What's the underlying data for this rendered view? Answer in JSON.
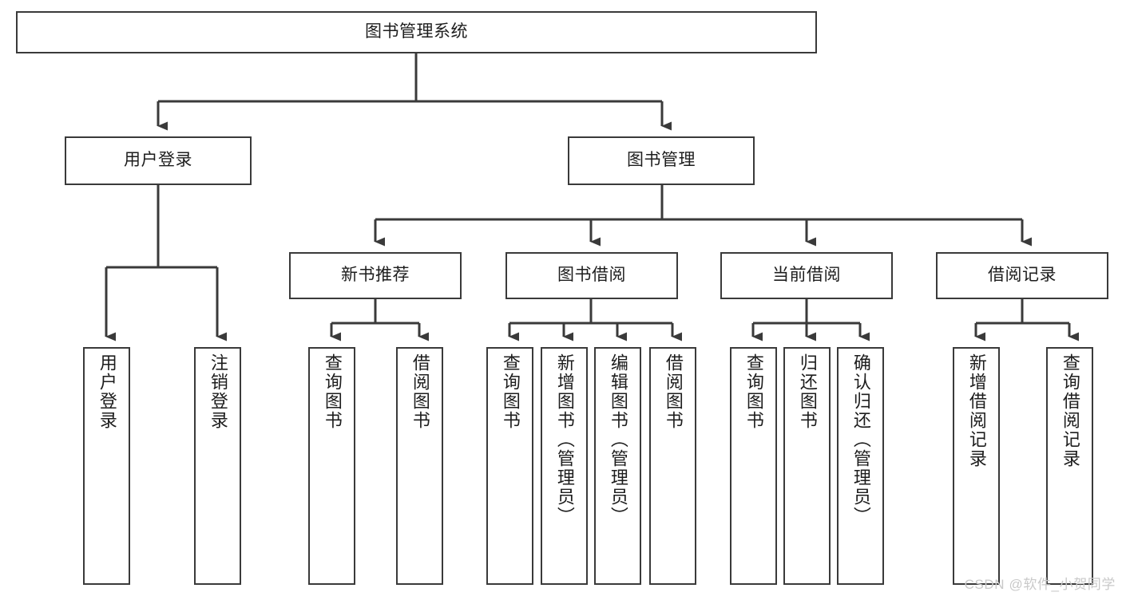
{
  "diagram": {
    "type": "hierarchy-tree",
    "title": "图书管理系统",
    "watermark": "CSDN @软件_小贺同学",
    "colors": {
      "border": "#3a3a3a",
      "text": "#1d1d1d",
      "background": "#ffffff",
      "watermark": "#c9c9c9"
    },
    "nodes": {
      "root": "图书管理系统",
      "level1": [
        {
          "label": "用户登录"
        },
        {
          "label": "图书管理"
        }
      ],
      "level2": [
        {
          "label": "新书推荐"
        },
        {
          "label": "图书借阅"
        },
        {
          "label": "当前借阅"
        },
        {
          "label": "借阅记录"
        }
      ],
      "leaves": {
        "user_login": [
          {
            "label": "用户登录"
          },
          {
            "label": "注销登录"
          }
        ],
        "new_book_recommend": [
          {
            "label": "查询图书"
          },
          {
            "label": "借阅图书"
          }
        ],
        "book_borrow": [
          {
            "label": "查询图书"
          },
          {
            "label": "新增图书（管理员）"
          },
          {
            "label": "编辑图书（管理员）"
          },
          {
            "label": "借阅图书"
          }
        ],
        "current_borrow": [
          {
            "label": "查询图书"
          },
          {
            "label": "归还图书"
          },
          {
            "label": "确认归还（管理员）"
          }
        ],
        "borrow_record": [
          {
            "label": "新增借阅记录"
          },
          {
            "label": "查询借阅记录"
          }
        ]
      }
    }
  }
}
